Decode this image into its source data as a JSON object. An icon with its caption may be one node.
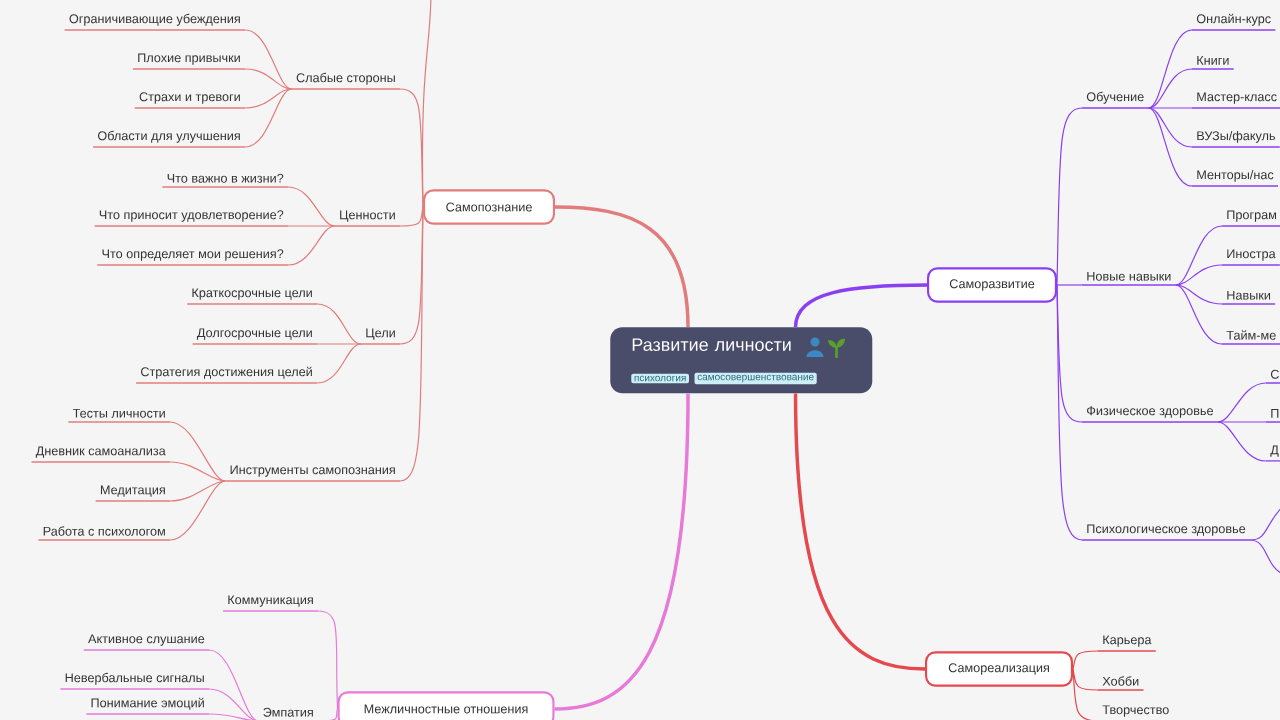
{
  "diagram": {
    "nodes": [
      {
        "text": [
          "Развитие личности"
        ]
      },
      {
        "text": [
          "психология"
        ],
        "in": 0
      },
      {
        "text": [
          "самосовершенствование"
        ],
        "in": 0
      },
      {
        "text": [
          "Самопознание"
        ]
      },
      {
        "text": [
          "Слабые стороны"
        ]
      },
      {
        "text": [
          "Ограничивающие убеждения"
        ]
      },
      {
        "text": [
          "Плохие привычки"
        ]
      },
      {
        "text": [
          "Страхи и тревоги"
        ]
      },
      {
        "text": [
          "Области для улучшения"
        ]
      },
      {
        "text": [
          "Ценности"
        ]
      },
      {
        "text": [
          "Что важно в жизни?"
        ]
      },
      {
        "text": [
          "Что приносит удовлетворение?"
        ]
      },
      {
        "text": [
          "Что определяет мои решения?"
        ]
      },
      {
        "text": [
          "Цели"
        ]
      },
      {
        "text": [
          "Краткосрочные цели"
        ]
      },
      {
        "text": [
          "Долгосрочные цели"
        ]
      },
      {
        "text": [
          "Стратегия достижения целей"
        ]
      },
      {
        "text": [
          "Инструменты самопознания"
        ]
      },
      {
        "text": [
          "Тесты личности"
        ]
      },
      {
        "text": [
          "Дневник самоанализа"
        ]
      },
      {
        "text": [
          "Медитация"
        ]
      },
      {
        "text": [
          "Работа с психологом"
        ]
      },
      {
        "text": [
          "Саморазвитие"
        ]
      },
      {
        "text": [
          "Обучение"
        ]
      },
      {
        "text": [
          "Онлайн-курс"
        ]
      },
      {
        "text": [
          "Книги"
        ]
      },
      {
        "text": [
          "Мастер-класс"
        ]
      },
      {
        "text": [
          "ВУЗы/факуль"
        ]
      },
      {
        "text": [
          "Менторы/нас"
        ]
      },
      {
        "text": [
          "Новые навыки"
        ]
      },
      {
        "text": [
          "Програм"
        ]
      },
      {
        "text": [
          "Иностра"
        ]
      },
      {
        "text": [
          "Навыки"
        ]
      },
      {
        "text": [
          "Тайм-ме"
        ]
      },
      {
        "text": [
          "Физическое здоровье"
        ]
      },
      {
        "text": [
          "С"
        ]
      },
      {
        "text": [
          "П"
        ]
      },
      {
        "text": [
          "Д"
        ]
      },
      {
        "text": [
          "Психологическое здоровье"
        ]
      },
      {
        "text": [
          "Межличностные отношения"
        ]
      },
      {
        "text": [
          "Коммуникация"
        ]
      },
      {
        "text": [
          "Эмпатия"
        ]
      },
      {
        "text": [
          "Активное слушание"
        ]
      },
      {
        "text": [
          "Невербальные сигналы"
        ]
      },
      {
        "text": [
          "Понимание эмоций"
        ]
      },
      {
        "text": [
          "Самореализация"
        ]
      },
      {
        "text": [
          "Карьера"
        ]
      },
      {
        "text": [
          "Хобби"
        ]
      },
      {
        "text": [
          "Творчество"
        ]
      }
    ],
    "edges": [
      {
        "from": 0,
        "to": 3,
        "arrow": "none",
        "style": "thick",
        "color": "#e27c7c"
      },
      {
        "from": 0,
        "to": 22,
        "arrow": "none",
        "style": "thick",
        "color": "#8b3ff2"
      },
      {
        "from": 0,
        "to": 39,
        "arrow": "none",
        "style": "thick",
        "color": "#e879d8"
      },
      {
        "from": 0,
        "to": 45,
        "arrow": "none",
        "style": "thick",
        "color": "#e5484d"
      },
      {
        "from": 3,
        "to": null,
        "arrow": "none",
        "color": "#e27c7c"
      },
      {
        "from": 3,
        "to": 4,
        "arrow": "none",
        "color": "#e27c7c"
      },
      {
        "from": 4,
        "to": 5,
        "arrow": "none",
        "color": "#e27c7c"
      },
      {
        "from": 4,
        "to": 6,
        "arrow": "none",
        "color": "#e27c7c"
      },
      {
        "from": 4,
        "to": 7,
        "arrow": "none",
        "color": "#e27c7c"
      },
      {
        "from": 4,
        "to": 8,
        "arrow": "none",
        "color": "#e27c7c"
      },
      {
        "from": 3,
        "to": 9,
        "arrow": "none",
        "color": "#e27c7c"
      },
      {
        "from": 9,
        "to": 10,
        "arrow": "none",
        "color": "#e27c7c"
      },
      {
        "from": 9,
        "to": 11,
        "arrow": "none",
        "color": "#e27c7c"
      },
      {
        "from": 9,
        "to": 12,
        "arrow": "none",
        "color": "#e27c7c"
      },
      {
        "from": 3,
        "to": 13,
        "arrow": "none",
        "color": "#e27c7c"
      },
      {
        "from": 13,
        "to": 14,
        "arrow": "none",
        "color": "#e27c7c"
      },
      {
        "from": 13,
        "to": 15,
        "arrow": "none",
        "color": "#e27c7c"
      },
      {
        "from": 13,
        "to": 16,
        "arrow": "none",
        "color": "#e27c7c"
      },
      {
        "from": 3,
        "to": 17,
        "arrow": "none",
        "color": "#e27c7c"
      },
      {
        "from": 17,
        "to": 18,
        "arrow": "none",
        "color": "#e27c7c"
      },
      {
        "from": 17,
        "to": 19,
        "arrow": "none",
        "color": "#e27c7c"
      },
      {
        "from": 17,
        "to": 20,
        "arrow": "none",
        "color": "#e27c7c"
      },
      {
        "from": 17,
        "to": 21,
        "arrow": "none",
        "color": "#e27c7c"
      },
      {
        "from": 22,
        "to": 23,
        "arrow": "none",
        "color": "#8b3ff2"
      },
      {
        "from": 23,
        "to": 24,
        "arrow": "none",
        "color": "#8b3ff2"
      },
      {
        "from": 23,
        "to": 25,
        "arrow": "none",
        "color": "#8b3ff2"
      },
      {
        "from": 23,
        "to": 26,
        "arrow": "none",
        "color": "#8b3ff2"
      },
      {
        "from": 23,
        "to": 27,
        "arrow": "none",
        "color": "#8b3ff2"
      },
      {
        "from": 23,
        "to": 28,
        "arrow": "none",
        "color": "#8b3ff2"
      },
      {
        "from": 22,
        "to": 29,
        "arrow": "none",
        "color": "#8b3ff2"
      },
      {
        "from": 29,
        "to": 30,
        "arrow": "none",
        "color": "#8b3ff2"
      },
      {
        "from": 29,
        "to": 31,
        "arrow": "none",
        "color": "#8b3ff2"
      },
      {
        "from": 29,
        "to": 32,
        "arrow": "none",
        "color": "#8b3ff2"
      },
      {
        "from": 29,
        "to": 33,
        "arrow": "none",
        "color": "#8b3ff2"
      },
      {
        "from": 22,
        "to": 34,
        "arrow": "none",
        "color": "#8b3ff2"
      },
      {
        "from": 34,
        "to": 35,
        "arrow": "none",
        "color": "#8b3ff2"
      },
      {
        "from": 34,
        "to": 36,
        "arrow": "none",
        "color": "#8b3ff2"
      },
      {
        "from": 34,
        "to": 37,
        "arrow": "none",
        "color": "#8b3ff2"
      },
      {
        "from": 22,
        "to": 38,
        "arrow": "none",
        "color": "#8b3ff2"
      },
      {
        "from": 38,
        "to": null,
        "arrow": "none",
        "color": "#8b3ff2"
      },
      {
        "from": 38,
        "to": null,
        "arrow": "none",
        "color": "#8b3ff2"
      },
      {
        "from": 39,
        "to": 40,
        "arrow": "none",
        "color": "#e879d8"
      },
      {
        "from": 39,
        "to": 41,
        "arrow": "none",
        "color": "#e879d8"
      },
      {
        "from": 41,
        "to": 42,
        "arrow": "none",
        "color": "#e879d8"
      },
      {
        "from": 41,
        "to": 43,
        "arrow": "none",
        "color": "#e879d8"
      },
      {
        "from": 41,
        "to": 44,
        "arrow": "none",
        "color": "#e879d8"
      },
      {
        "from": 45,
        "to": 46,
        "arrow": "none",
        "color": "#e5484d"
      },
      {
        "from": 45,
        "to": 47,
        "arrow": "none",
        "color": "#e5484d"
      },
      {
        "from": 45,
        "to": 48,
        "arrow": "none",
        "color": "#e5484d"
      }
    ]
  }
}
